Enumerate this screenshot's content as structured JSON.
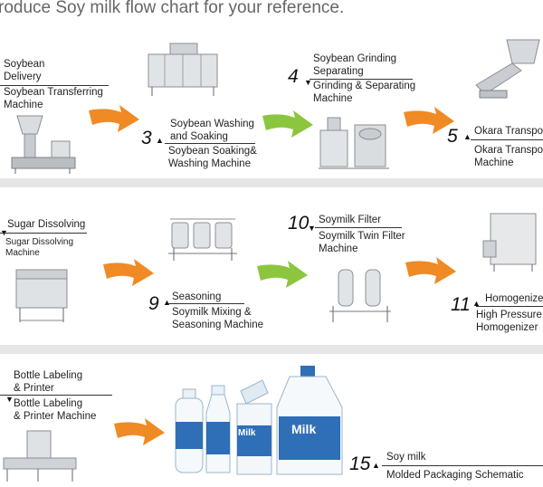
{
  "header": {
    "title": "roduce Soy milk flow chart for your reference."
  },
  "steps": {
    "s1": {
      "title": "Soybean\nDelivery",
      "machine": "Soybean Transferring\nMachine"
    },
    "s3": {
      "number": "3",
      "title": "Soybean Washing\nand Soaking",
      "machine": "Soybean Soaking&\nWashing Machine"
    },
    "s4": {
      "number": "4",
      "title": "Soybean Grinding\nSeparating",
      "machine": "Grinding & Separating\nMachine"
    },
    "s5": {
      "number": "5",
      "title": "Okara Transpor",
      "machine": "Okara Transpor\nMachine"
    },
    "s8": {
      "title": "Sugar Dissolving",
      "machine": "Sugar Dissolving\nMachine"
    },
    "s9": {
      "number": "9",
      "title": "Seasoning",
      "machine": "Soymilk Mixing &\nSeasoning Machine"
    },
    "s10": {
      "number": "10",
      "title": "Soymilk Filter",
      "machine": "Soymilk Twin Filter\nMachine"
    },
    "s11": {
      "number": "11",
      "title": "Homogenize",
      "machine": "High Pressure\nHomogenizer"
    },
    "s14": {
      "title": "Bottle Labeling\n& Printer",
      "machine": "Bottle Labeling\n& Printer Machine"
    },
    "s15": {
      "number": "15",
      "title": "Soy milk",
      "machine": "Molded Packaging Schematic"
    }
  },
  "products": {
    "carton_label": "Milk",
    "jug_label": "Milk"
  },
  "colors": {
    "orange_arrow": "#f08a24",
    "green_arrow": "#8cc63f",
    "band": "#e6e6e6"
  }
}
